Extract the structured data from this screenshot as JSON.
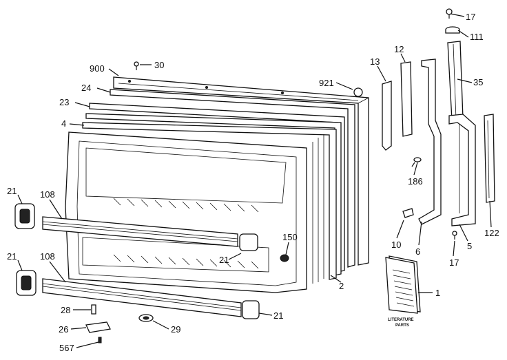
{
  "callouts": {
    "c17a": "17",
    "c111": "111",
    "c30": "30",
    "c900": "900",
    "c921": "921",
    "c13": "13",
    "c12": "12",
    "c35": "35",
    "c24": "24",
    "c23": "23",
    "c4": "4",
    "c186": "186",
    "c21a": "21",
    "c108a": "108",
    "c150": "150",
    "c21b": "21",
    "c21c": "21",
    "c108b": "108",
    "c10": "10",
    "c6": "6",
    "c17b": "17",
    "c5": "5",
    "c122": "122",
    "c2": "2",
    "c1": "1",
    "c28": "28",
    "c26": "26",
    "c29": "29",
    "c21d": "21",
    "c567": "567"
  },
  "literature_label": {
    "line1": "LITERATURE",
    "line2": "PARTS"
  }
}
